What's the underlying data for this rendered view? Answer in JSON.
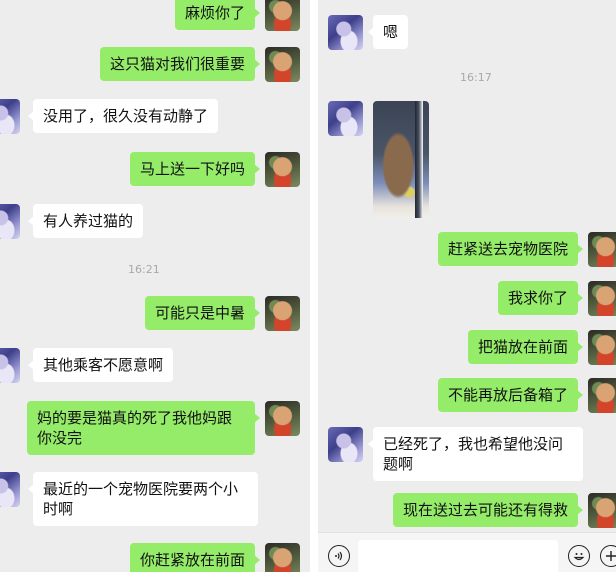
{
  "left_panel": {
    "messages": [
      {
        "side": "sent",
        "text": "麻烦你了"
      },
      {
        "side": "sent",
        "text": "这只猫对我们很重要"
      },
      {
        "side": "received",
        "text": "没用了，很久没有动静了"
      },
      {
        "side": "sent",
        "text": "马上送一下好吗"
      },
      {
        "side": "received",
        "text": "有人养过猫的"
      },
      {
        "side": "time",
        "text": "16:21"
      },
      {
        "side": "sent",
        "text": "可能只是中暑"
      },
      {
        "side": "received",
        "text": "其他乘客不愿意啊"
      },
      {
        "side": "sent",
        "text": "妈的要是猫真的死了我他妈跟你没完"
      },
      {
        "side": "received",
        "text": "最近的一个宠物医院要两个小时啊"
      },
      {
        "side": "sent",
        "text": "你赶紧放在前面"
      }
    ]
  },
  "right_panel": {
    "messages": [
      {
        "side": "received",
        "text": "嗯"
      },
      {
        "side": "time",
        "text": "16:17"
      },
      {
        "side": "received",
        "type": "image",
        "alt": "cat in carrier photo"
      },
      {
        "side": "sent",
        "text": "赶紧送去宠物医院"
      },
      {
        "side": "sent",
        "text": "我求你了"
      },
      {
        "side": "sent",
        "text": "把猫放在前面"
      },
      {
        "side": "sent",
        "text": "不能再放后备箱了"
      },
      {
        "side": "received",
        "text": "已经死了，我也希望他没问题啊"
      },
      {
        "side": "sent",
        "text": "现在送过去可能还有得救"
      }
    ],
    "input_bar": {
      "voice_icon": "voice-icon",
      "input_value": "",
      "emoji_icon": "emoji-icon",
      "plus_icon": "plus-icon"
    }
  },
  "colors": {
    "background": "#ededed",
    "sent_bubble": "#95ec69",
    "received_bubble": "#ffffff",
    "timestamp": "#a8a8a8"
  }
}
